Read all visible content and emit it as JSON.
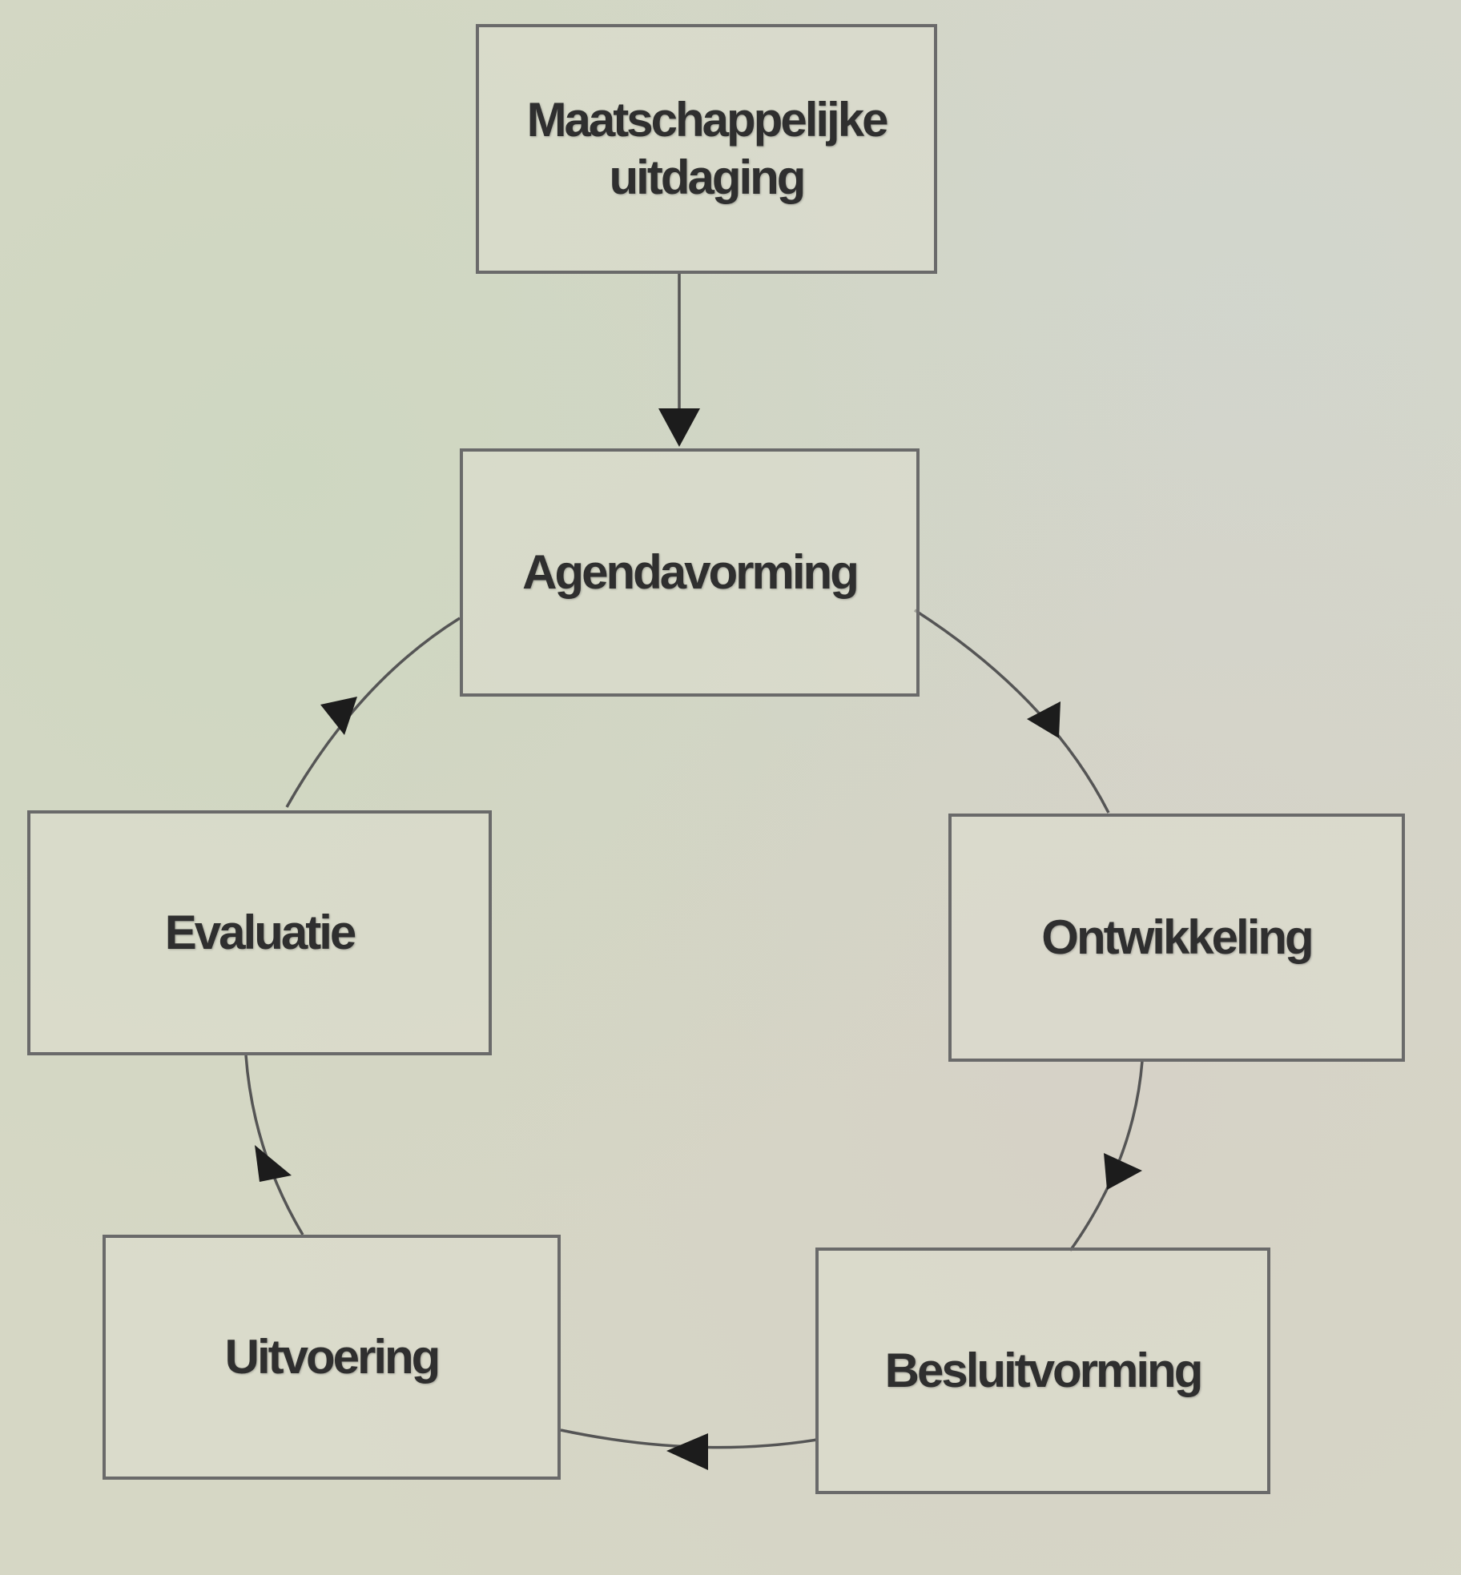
{
  "diagram": {
    "nodes": {
      "challenge": "Maatschappelijke\nuitdaging",
      "agenda": "Agendavorming",
      "development": "Ontwikkeling",
      "decision": "Besluitvorming",
      "execution": "Uitvoering",
      "evaluation": "Evaluatie"
    },
    "edges": [
      {
        "from": "challenge",
        "to": "agenda"
      },
      {
        "from": "agenda",
        "to": "development"
      },
      {
        "from": "development",
        "to": "decision"
      },
      {
        "from": "decision",
        "to": "execution"
      },
      {
        "from": "execution",
        "to": "evaluation"
      },
      {
        "from": "evaluation",
        "to": "agenda"
      }
    ],
    "colors": {
      "background": "#d6d7c5",
      "box_border": "#6a6a6a",
      "text": "#2f2f2f",
      "arrow": "#1c1c1c"
    }
  }
}
